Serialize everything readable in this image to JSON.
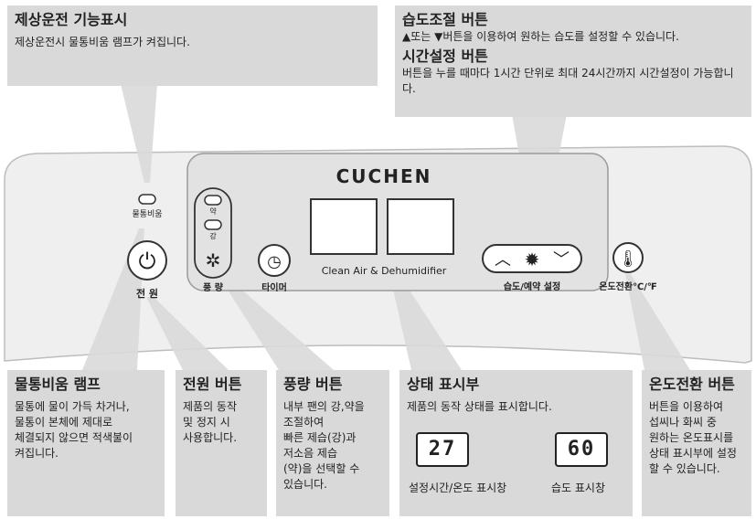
{
  "callouts": {
    "antifreeze": {
      "title": "제상운전 기능표시",
      "desc": "제상운전시 물통비움 램프가 켜집니다."
    },
    "humidity": {
      "title": "습도조절 버튼",
      "desc": "▲또는 ▼버튼을 이용하여 원하는 습도를 설정할 수 있습니다."
    },
    "timer": {
      "title": "시간설정 버튼",
      "desc": "버튼을 누를 때마다 1시간 단위로 최대 24시간까지 시간설정이 가능합니다."
    },
    "empty_lamp": {
      "title": "물통비움 램프",
      "desc": "물통에 물이 가득 차거나,\n물통이 본체에 제대로\n체결되지 않으면 적색불이\n켜집니다."
    },
    "power": {
      "title": "전원 버튼",
      "desc": "제품의 동작\n및 정지 시\n사용합니다."
    },
    "fan": {
      "title": "풍량 버튼",
      "desc": "내부 팬의 강,약을\n조절하여\n빠른 제습(강)과\n저소음 제습\n(약)을 선택할 수\n있습니다."
    },
    "display": {
      "title": "상태 표시부",
      "desc": "제품의 동작 상태를 표시합니다."
    },
    "temp_unit": {
      "title": "온도전환 버튼",
      "desc": "버튼을 이용하여\n섭씨나 화씨 중\n원하는 온도표시를\n상태 표시부에 설정\n할 수 있습니다."
    }
  },
  "display_examples": {
    "time_value": "27",
    "time_caption": "설정시간/온도 표시창",
    "humidity_value": "60",
    "humidity_caption": "습도 표시창"
  },
  "panel": {
    "brand": "CUCHEN",
    "empty_lamp_label": "물통비움",
    "power_label": "전 원",
    "fan_weak": "약",
    "fan_strong": "강",
    "fan_label": "풍 량",
    "timer_label": "타이머",
    "product_text": "Clean Air & Dehumidifier",
    "humidity_label": "습도/예약 설정",
    "temp_label": "온도전환℃/℉"
  }
}
